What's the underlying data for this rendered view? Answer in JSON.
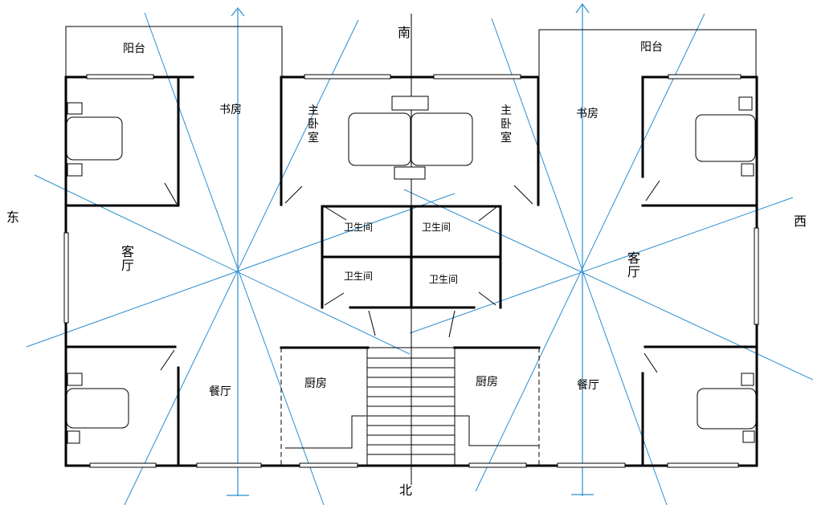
{
  "compass": {
    "south": "南",
    "north": "北",
    "east": "东",
    "west": "西"
  },
  "rooms": {
    "left_balcony": "阳台",
    "right_balcony": "阳台",
    "left_study": "书房",
    "right_study": "书房",
    "left_master": "主卧室",
    "right_master": "主卧室",
    "left_living": "客厅",
    "right_living": "客厅",
    "left_dining": "餐厅",
    "right_dining": "餐厅",
    "left_kitchen": "厨房",
    "right_kitchen": "厨房",
    "bath_top_left": "卫生间",
    "bath_top_right": "卫生间",
    "bath_bottom_left": "卫生间",
    "bath_bottom_right": "卫生间"
  },
  "colors": {
    "wall": "#000000",
    "guide_line": "#2b8ed0",
    "background": "#ffffff"
  }
}
